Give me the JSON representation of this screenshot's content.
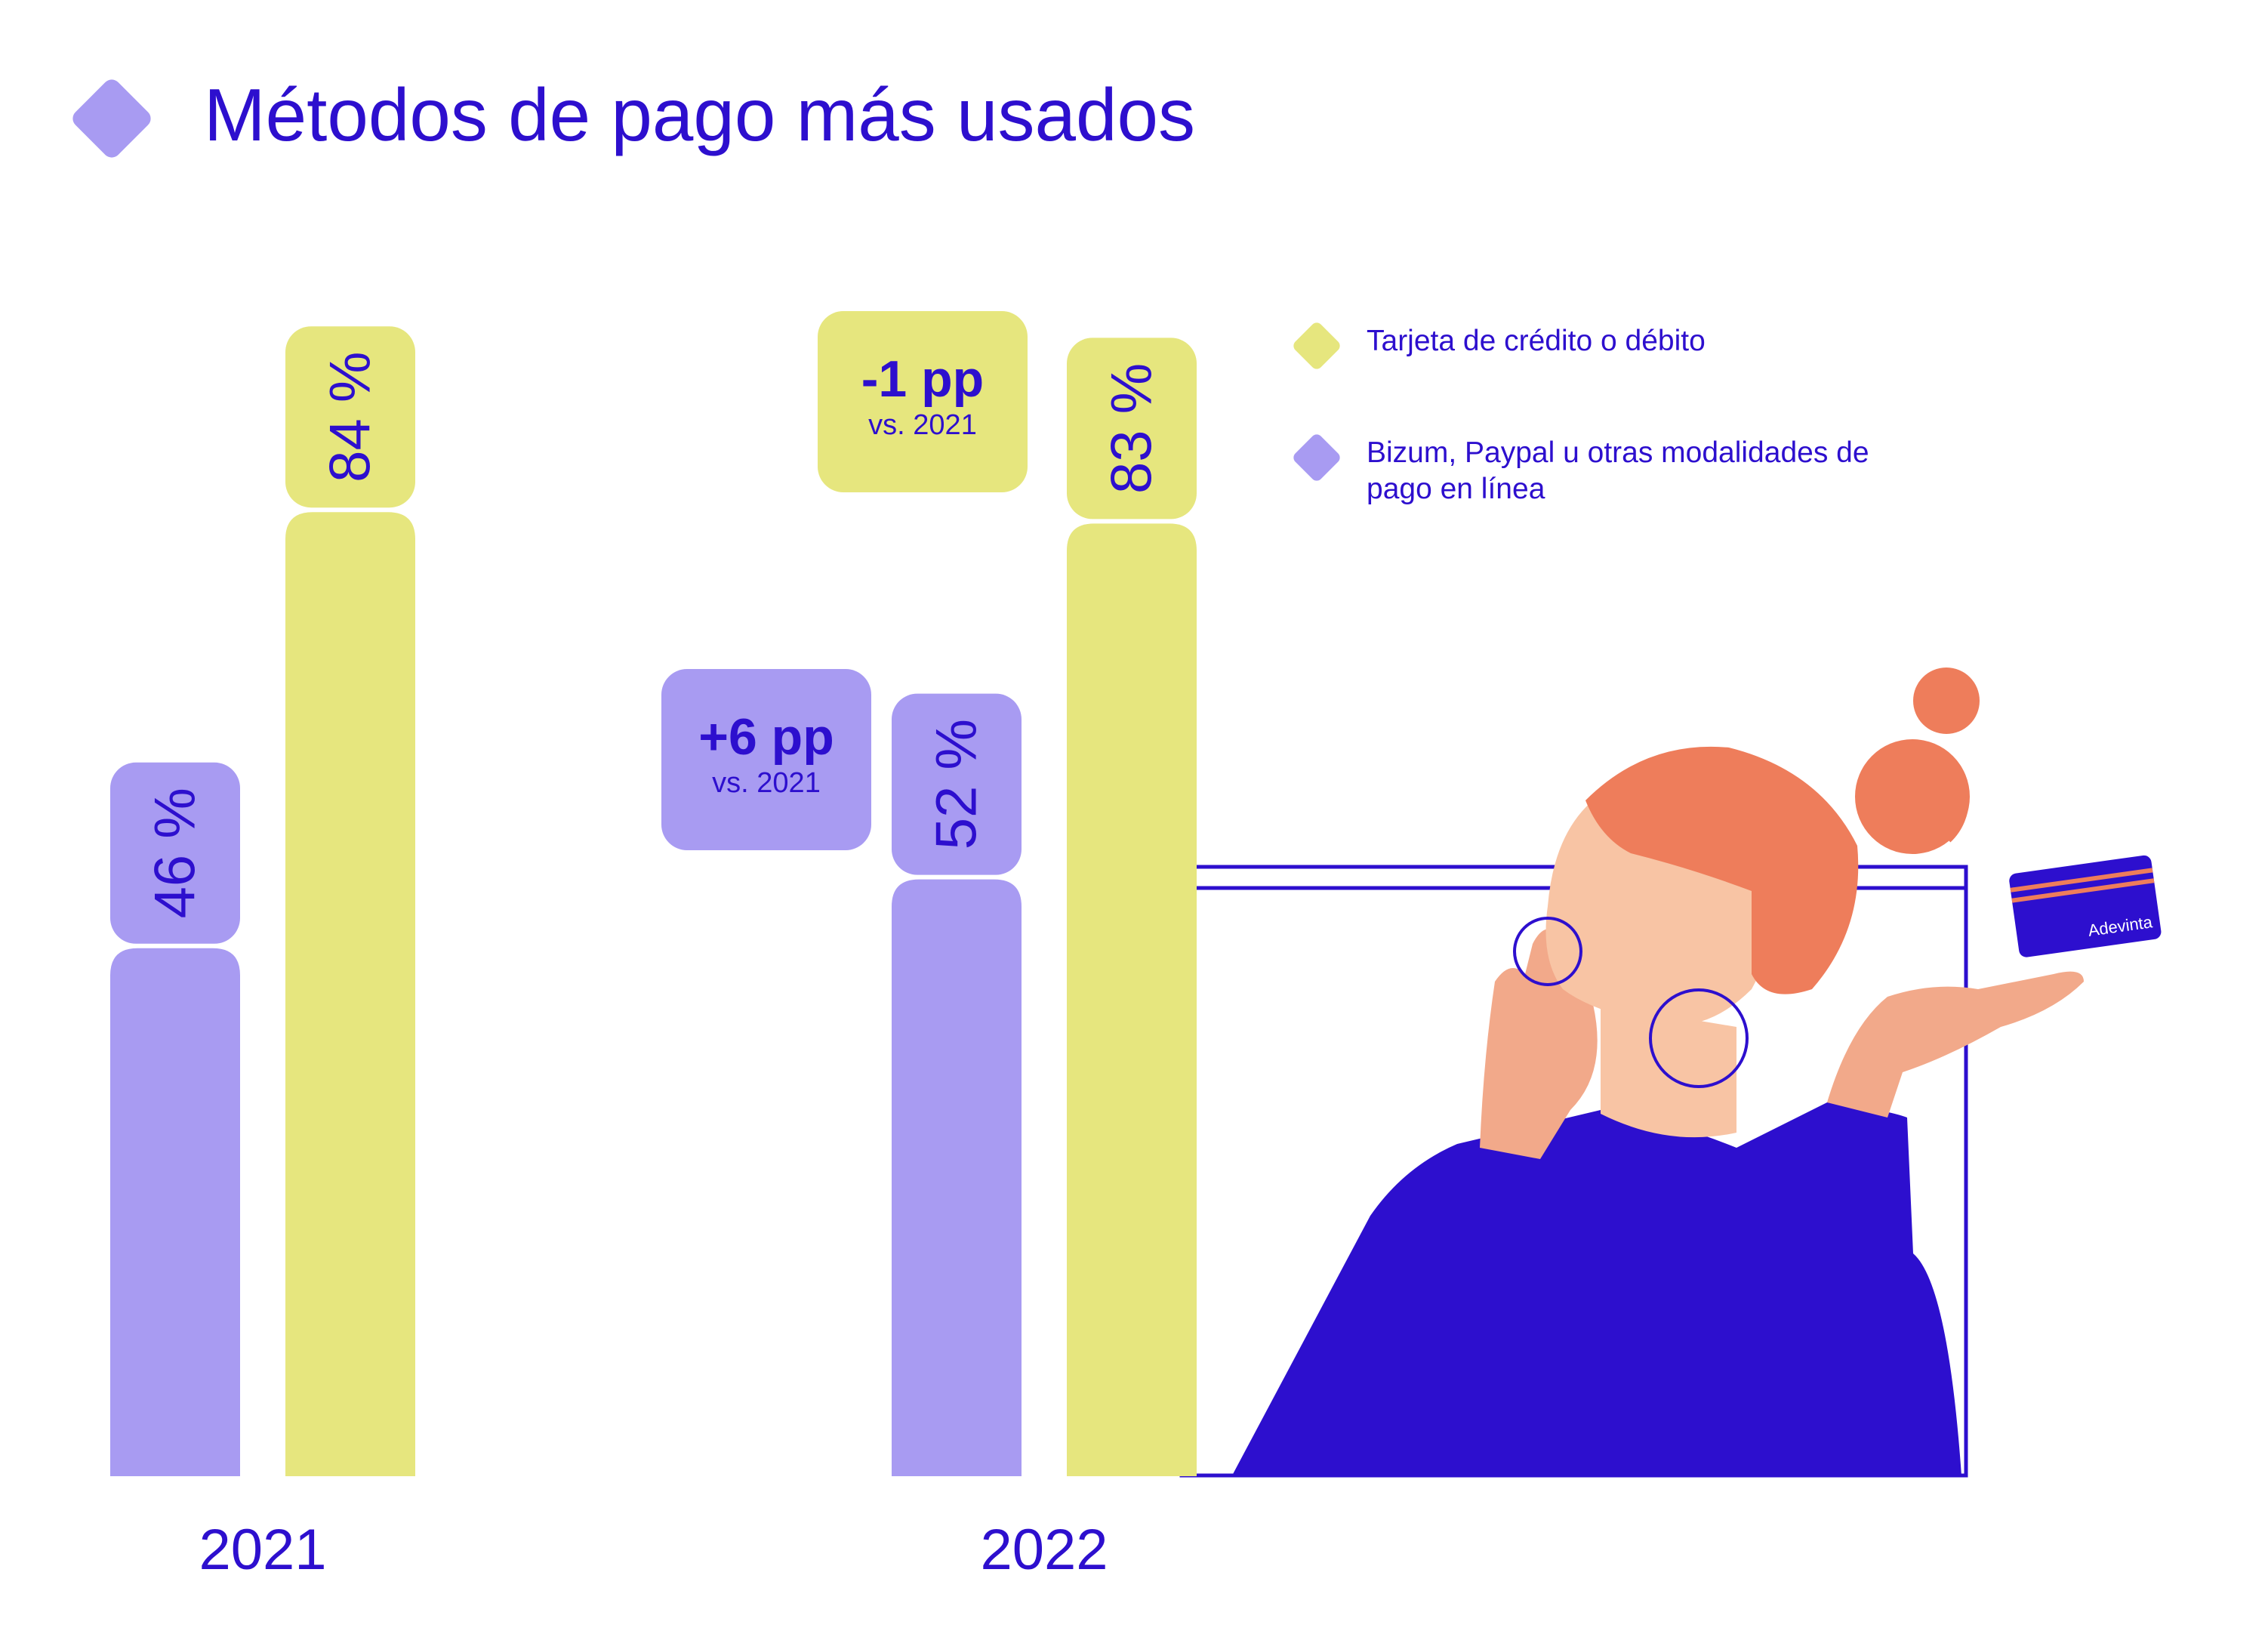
{
  "title": "Métodos de pago más usados",
  "legend": [
    {
      "label": "Tarjeta de crédito o débito",
      "color": "#e6e67e"
    },
    {
      "label": "Bizum, Paypal u otras modalidades de pago en línea",
      "color": "#a89bf2"
    }
  ],
  "callouts": {
    "card": {
      "value": "-1 pp",
      "note": "vs. 2021"
    },
    "online": {
      "value": "+6 pp",
      "note": "vs. 2021"
    }
  },
  "illustration": {
    "card_brand": "Adevinta"
  },
  "colors": {
    "accent": "#2d0fce",
    "card": "#e6e67e",
    "online": "#a89bf2",
    "hair": "#ee7d5b",
    "skin": "#f8c4a4",
    "hand": "#f2a98a"
  },
  "chart_data": {
    "type": "bar",
    "title": "Métodos de pago más usados",
    "categories": [
      "2021",
      "2022"
    ],
    "series": [
      {
        "name": "Bizum, Paypal u otras modalidades de pago en línea",
        "values": [
          46,
          52
        ],
        "labels": [
          "46 %",
          "52 %"
        ]
      },
      {
        "name": "Tarjeta de crédito o débito",
        "values": [
          84,
          83
        ],
        "labels": [
          "84 %",
          "83 %"
        ]
      }
    ],
    "ylim": [
      0,
      100
    ],
    "unit": "%",
    "legend_position": "top-right",
    "grid": false
  }
}
